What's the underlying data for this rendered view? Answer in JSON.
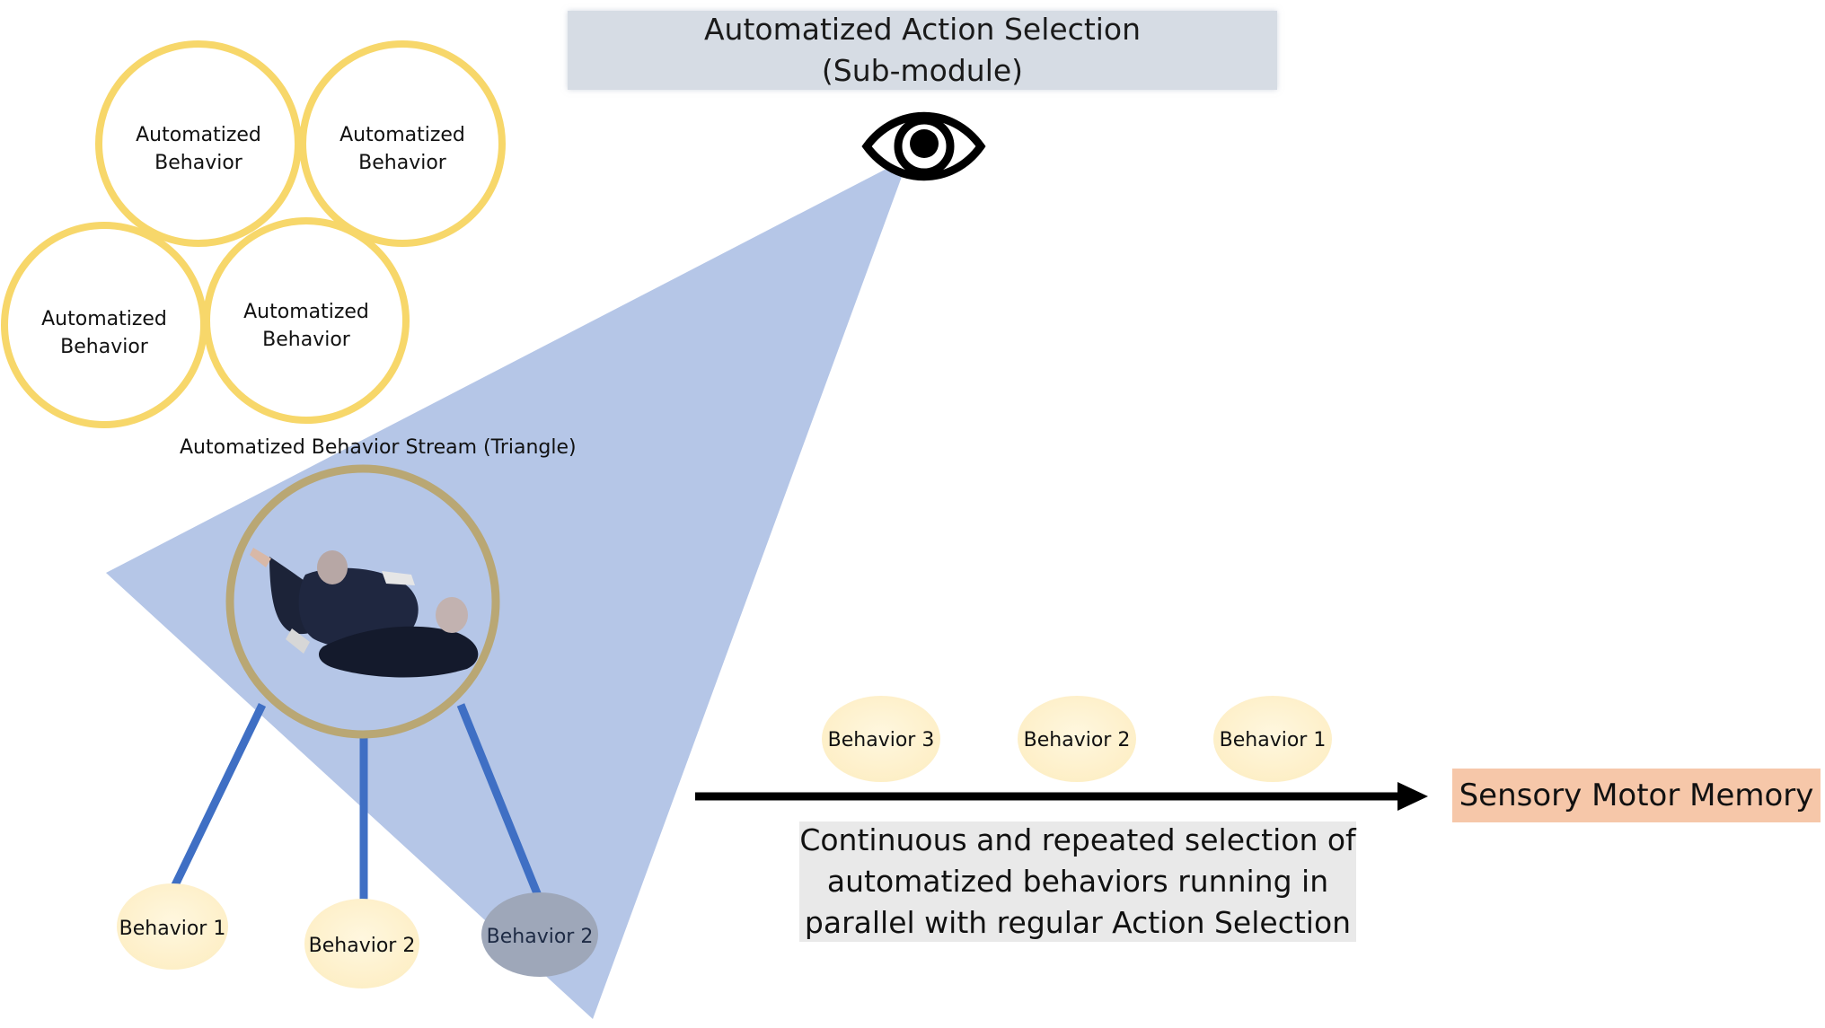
{
  "title": {
    "line1": "Automatized Action Selection",
    "line2": "(Sub-module)"
  },
  "automatized_behaviors": [
    {
      "line1": "Automatized",
      "line2": "Behavior"
    },
    {
      "line1": "Automatized",
      "line2": "Behavior"
    },
    {
      "line1": "Automatized",
      "line2": "Behavior"
    },
    {
      "line1": "Automatized",
      "line2": "Behavior"
    }
  ],
  "stream_label": "Automatized  Behavior Stream (Triangle)",
  "branch_behaviors": [
    "Behavior 1",
    "Behavior 2",
    "Behavior 2"
  ],
  "sequence_behaviors": [
    "Behavior 3",
    "Behavior 2",
    "Behavior 1"
  ],
  "target": "Sensory Motor Memory",
  "caption": {
    "line1": "Continuous and repeated selection of",
    "line2": "automatized behaviors running in",
    "line3": "parallel with regular Action Selection"
  },
  "icons": {
    "eye": "eye-icon",
    "scene": "sparring-photo"
  },
  "colors": {
    "triangle": "#b5c6e7",
    "ring": "#f7d76a",
    "behavior_oval": "#fdf0cc",
    "branch_line": "#3f6fc4",
    "title_bg": "#d6dce4",
    "target_bg": "#f6c7a9",
    "caption_bg": "#e9e9e9"
  }
}
